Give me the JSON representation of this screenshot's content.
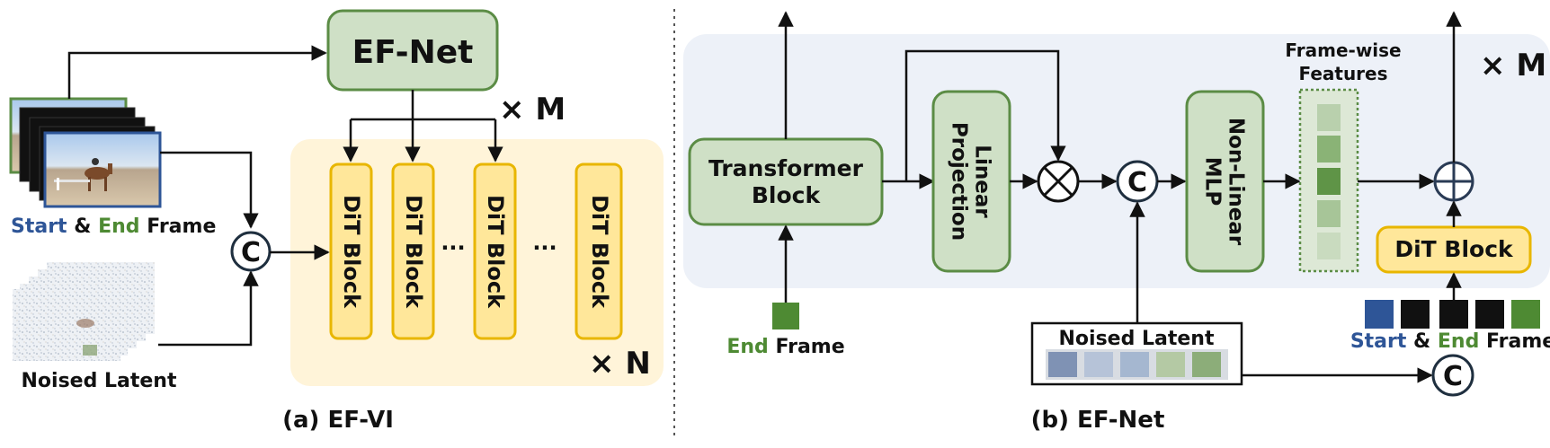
{
  "colors": {
    "green_fill": "#cfe0c6",
    "green_stroke": "#5b8c45",
    "green_text": "#4e8a33",
    "yellow_fill": "#ffe79a",
    "yellow_stroke": "#e8b600",
    "cream_panel": "#fff4d9",
    "blue_panel": "#edf1f8",
    "blue_text": "#2e5597",
    "dark_stroke": "#1f2f3f"
  },
  "panel_a": {
    "efnet_label": "EF-Net",
    "times_m": "× M",
    "times_n": "× N",
    "concat_symbol": "C",
    "dit_label": "DiT Block",
    "ellipsis": "···",
    "frame_caption": {
      "start": "Start",
      "amp": " & ",
      "end": "End",
      "frame": " Frame"
    },
    "noised_latent": "Noised Latent",
    "caption": "(a) EF-VI"
  },
  "panel_b": {
    "transformer": {
      "line1": "Transformer",
      "line2": "Block"
    },
    "linear_projection": {
      "line1": "Linear",
      "line2": "Projection"
    },
    "nonlinear_mlp": {
      "line1": "Non-Linear",
      "line2": "MLP"
    },
    "framewise": {
      "line1": "Frame-wise",
      "line2": "Features"
    },
    "times_m": "× M",
    "concat_symbol": "C",
    "dit_label": "DiT Block",
    "end_frame": {
      "end": "End",
      "frame": " Frame"
    },
    "noised_latent": "Noised Latent",
    "frame_caption": {
      "start": "Start",
      "amp": " & ",
      "end": "End",
      "frame": " Frame"
    },
    "caption": "(b) EF-Net"
  }
}
